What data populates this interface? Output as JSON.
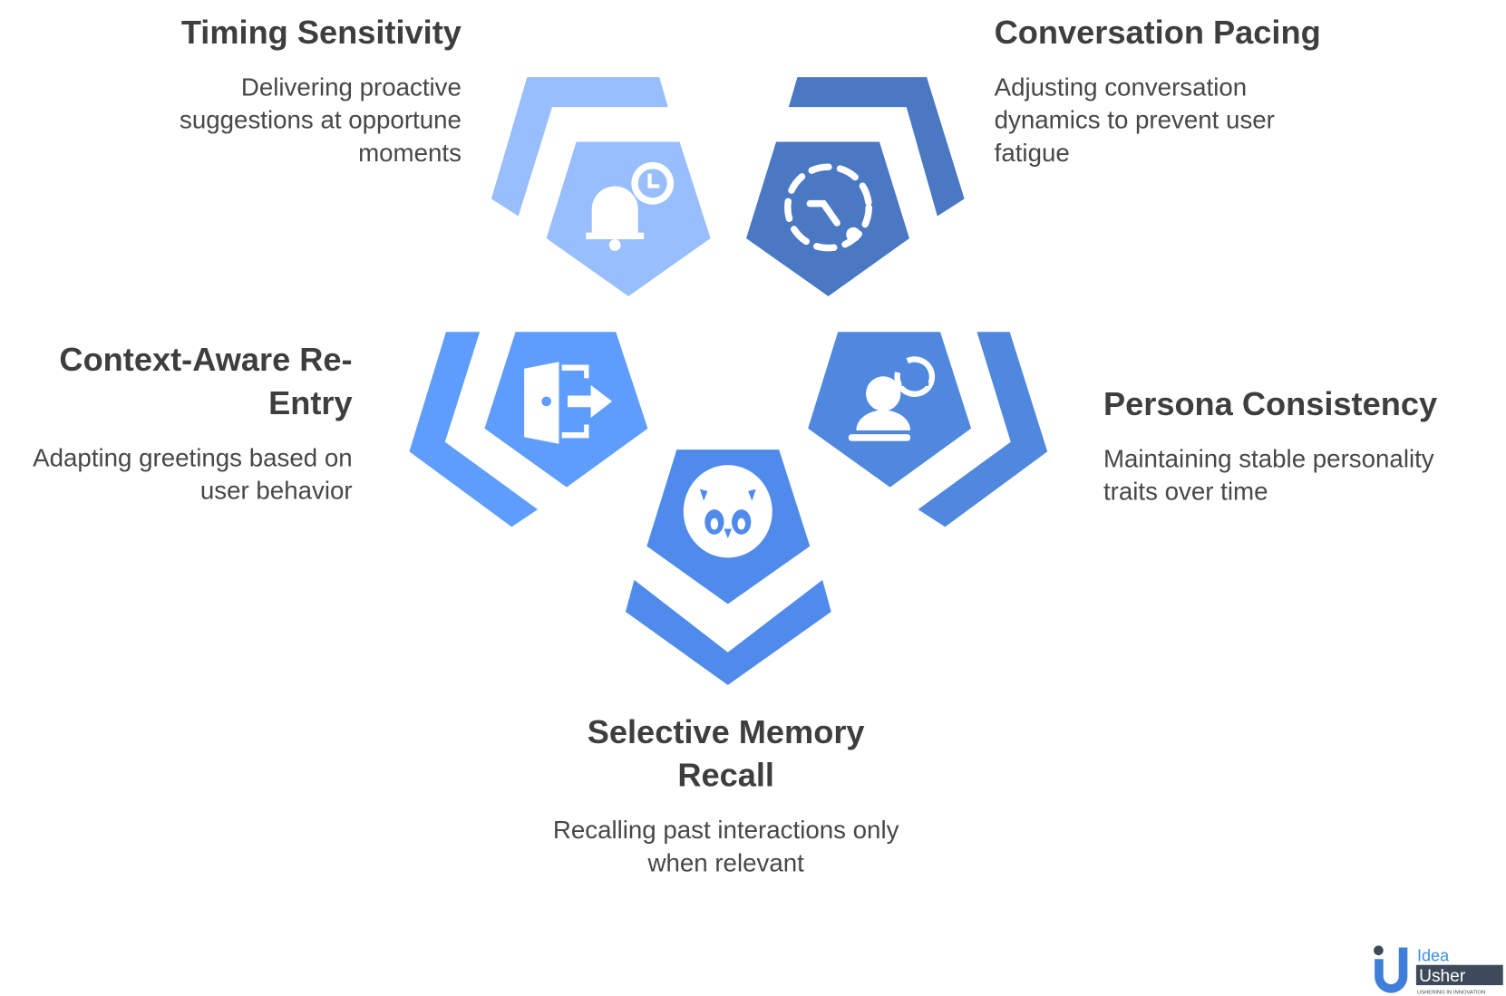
{
  "colors": {
    "timing": "#98BEFC",
    "pacing": "#4A78C2",
    "reentry": "#5F9DFC",
    "persona": "#5088DE",
    "memory": "#508BEB",
    "text_title": "#3E3E3E",
    "text_desc": "#474747"
  },
  "items": [
    {
      "title": "Timing Sensitivity",
      "description": "Delivering proactive suggestions at opportune moments",
      "icon": "bell-clock-icon"
    },
    {
      "title": "Conversation Pacing",
      "description": "Adjusting conversation dynamics to prevent user fatigue",
      "icon": "dashed-circle-clock-icon"
    },
    {
      "title": "Context-Aware Re-Entry",
      "description": "Adapting greetings based on user behavior",
      "icon": "door-exit-icon"
    },
    {
      "title": "Persona Consistency",
      "description": "Maintaining stable personality traits over time",
      "icon": "persona-refresh-icon"
    },
    {
      "title": "Selective Memory Recall",
      "description": "Recalling past interactions only when relevant",
      "icon": "owl-icon"
    }
  ],
  "logo": {
    "line1": "Idea",
    "line2": "Usher",
    "tagline": "USHERING IN INNOVATION"
  }
}
